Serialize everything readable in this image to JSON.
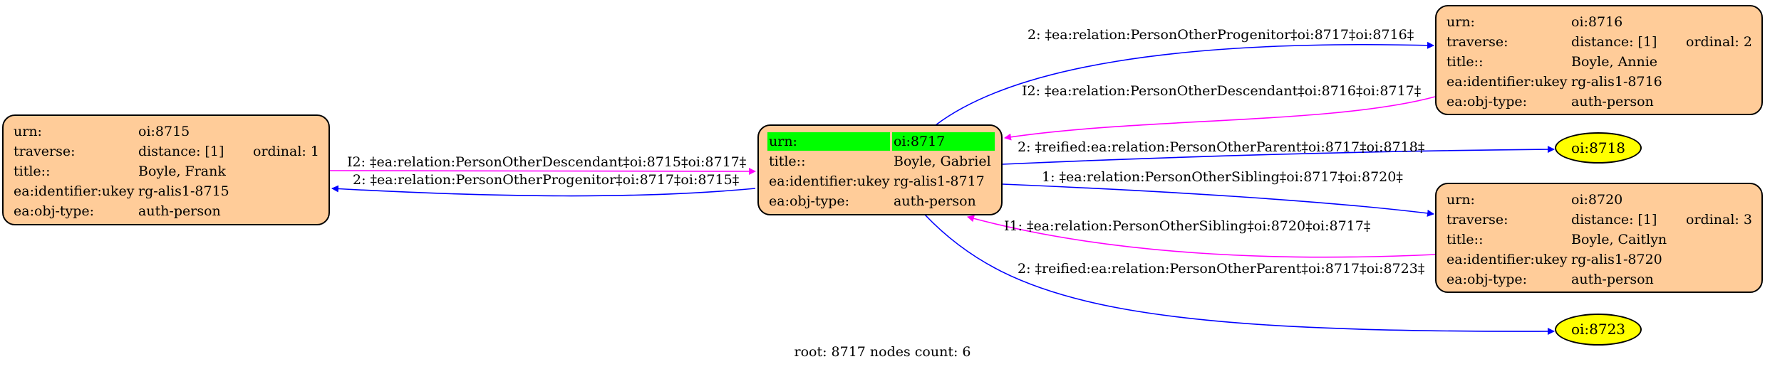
{
  "nodes": {
    "n8715": {
      "rows": [
        {
          "k": "urn:",
          "v": "oi:8715"
        },
        {
          "k": "traverse:",
          "v": "distance: [1]",
          "v2": "ordinal: 1"
        },
        {
          "k": "title::",
          "v": "Boyle, Frank"
        },
        {
          "k": "ea:identifier:ukey",
          "v": "rg-alis1-8715"
        },
        {
          "k": "ea:obj-type:",
          "v": "auth-person"
        }
      ]
    },
    "n8717": {
      "rows": [
        {
          "k": "urn:",
          "v": "oi:8717"
        },
        {
          "k": "title::",
          "v": "Boyle, Gabriel"
        },
        {
          "k": "ea:identifier:ukey",
          "v": "rg-alis1-8717"
        },
        {
          "k": "ea:obj-type:",
          "v": "auth-person"
        }
      ]
    },
    "n8716": {
      "rows": [
        {
          "k": "urn:",
          "v": "oi:8716"
        },
        {
          "k": "traverse:",
          "v": "distance: [1]",
          "v2": "ordinal: 2"
        },
        {
          "k": "title::",
          "v": "Boyle, Annie"
        },
        {
          "k": "ea:identifier:ukey",
          "v": "rg-alis1-8716"
        },
        {
          "k": "ea:obj-type:",
          "v": "auth-person"
        }
      ]
    },
    "n8720": {
      "rows": [
        {
          "k": "urn:",
          "v": "oi:8720"
        },
        {
          "k": "traverse:",
          "v": "distance: [1]",
          "v2": "ordinal: 3"
        },
        {
          "k": "title::",
          "v": "Boyle, Caitlyn"
        },
        {
          "k": "ea:identifier:ukey",
          "v": "rg-alis1-8720"
        },
        {
          "k": "ea:obj-type:",
          "v": "auth-person"
        }
      ]
    },
    "n8718": {
      "label": "oi:8718"
    },
    "n8723": {
      "label": "oi:8723"
    }
  },
  "edges": [
    {
      "label": "I2: ‡ea:relation:PersonOtherDescendant‡oi:8715‡oi:8717‡",
      "color": "#ff00ff"
    },
    {
      "label": "2: ‡ea:relation:PersonOtherProgenitor‡oi:8717‡oi:8715‡",
      "color": "#0000ff"
    },
    {
      "label": "2: ‡ea:relation:PersonOtherProgenitor‡oi:8717‡oi:8716‡",
      "color": "#0000ff"
    },
    {
      "label": "I2: ‡ea:relation:PersonOtherDescendant‡oi:8716‡oi:8717‡",
      "color": "#ff00ff"
    },
    {
      "label": "2: ‡reified:ea:relation:PersonOtherParent‡oi:8717‡oi:8718‡",
      "color": "#0000ff"
    },
    {
      "label": "1: ‡ea:relation:PersonOtherSibling‡oi:8717‡oi:8720‡",
      "color": "#0000ff"
    },
    {
      "label": "I1: ‡ea:relation:PersonOtherSibling‡oi:8720‡oi:8717‡",
      "color": "#ff00ff"
    },
    {
      "label": "2: ‡reified:ea:relation:PersonOtherParent‡oi:8717‡oi:8723‡",
      "color": "#0000ff"
    }
  ],
  "footer": "root: 8717 nodes count: 6"
}
